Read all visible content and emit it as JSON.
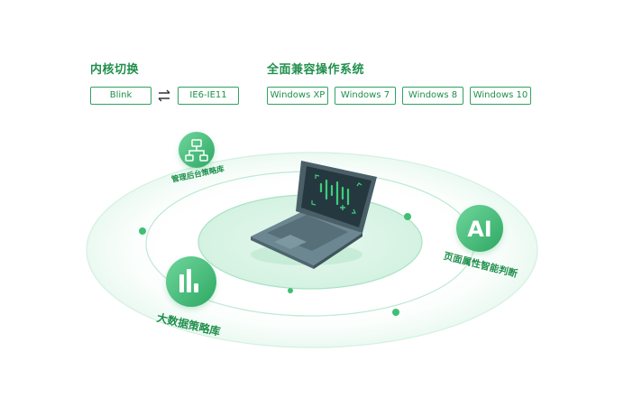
{
  "kernel": {
    "title": "内核切换",
    "options": [
      "Blink",
      "IE6-IE11"
    ],
    "swap_icon": "swap-arrows-icon"
  },
  "compat": {
    "title": "全面兼容操作系统",
    "systems": [
      "Windows XP",
      "Windows 7",
      "Windows 8",
      "Windows 10"
    ]
  },
  "features": {
    "admin": {
      "label": "管理后台策略库",
      "icon": "org-chart-icon"
    },
    "bigdata": {
      "label": "大数据策略库",
      "icon": "bar-chart-icon"
    },
    "ai": {
      "label": "页面属性智能判断",
      "icon_text": "AI"
    }
  },
  "colors": {
    "accent": "#1f8f4c",
    "accent_light": "#4cc582",
    "ring": "#c9eedb",
    "laptop": "#5f7782"
  }
}
